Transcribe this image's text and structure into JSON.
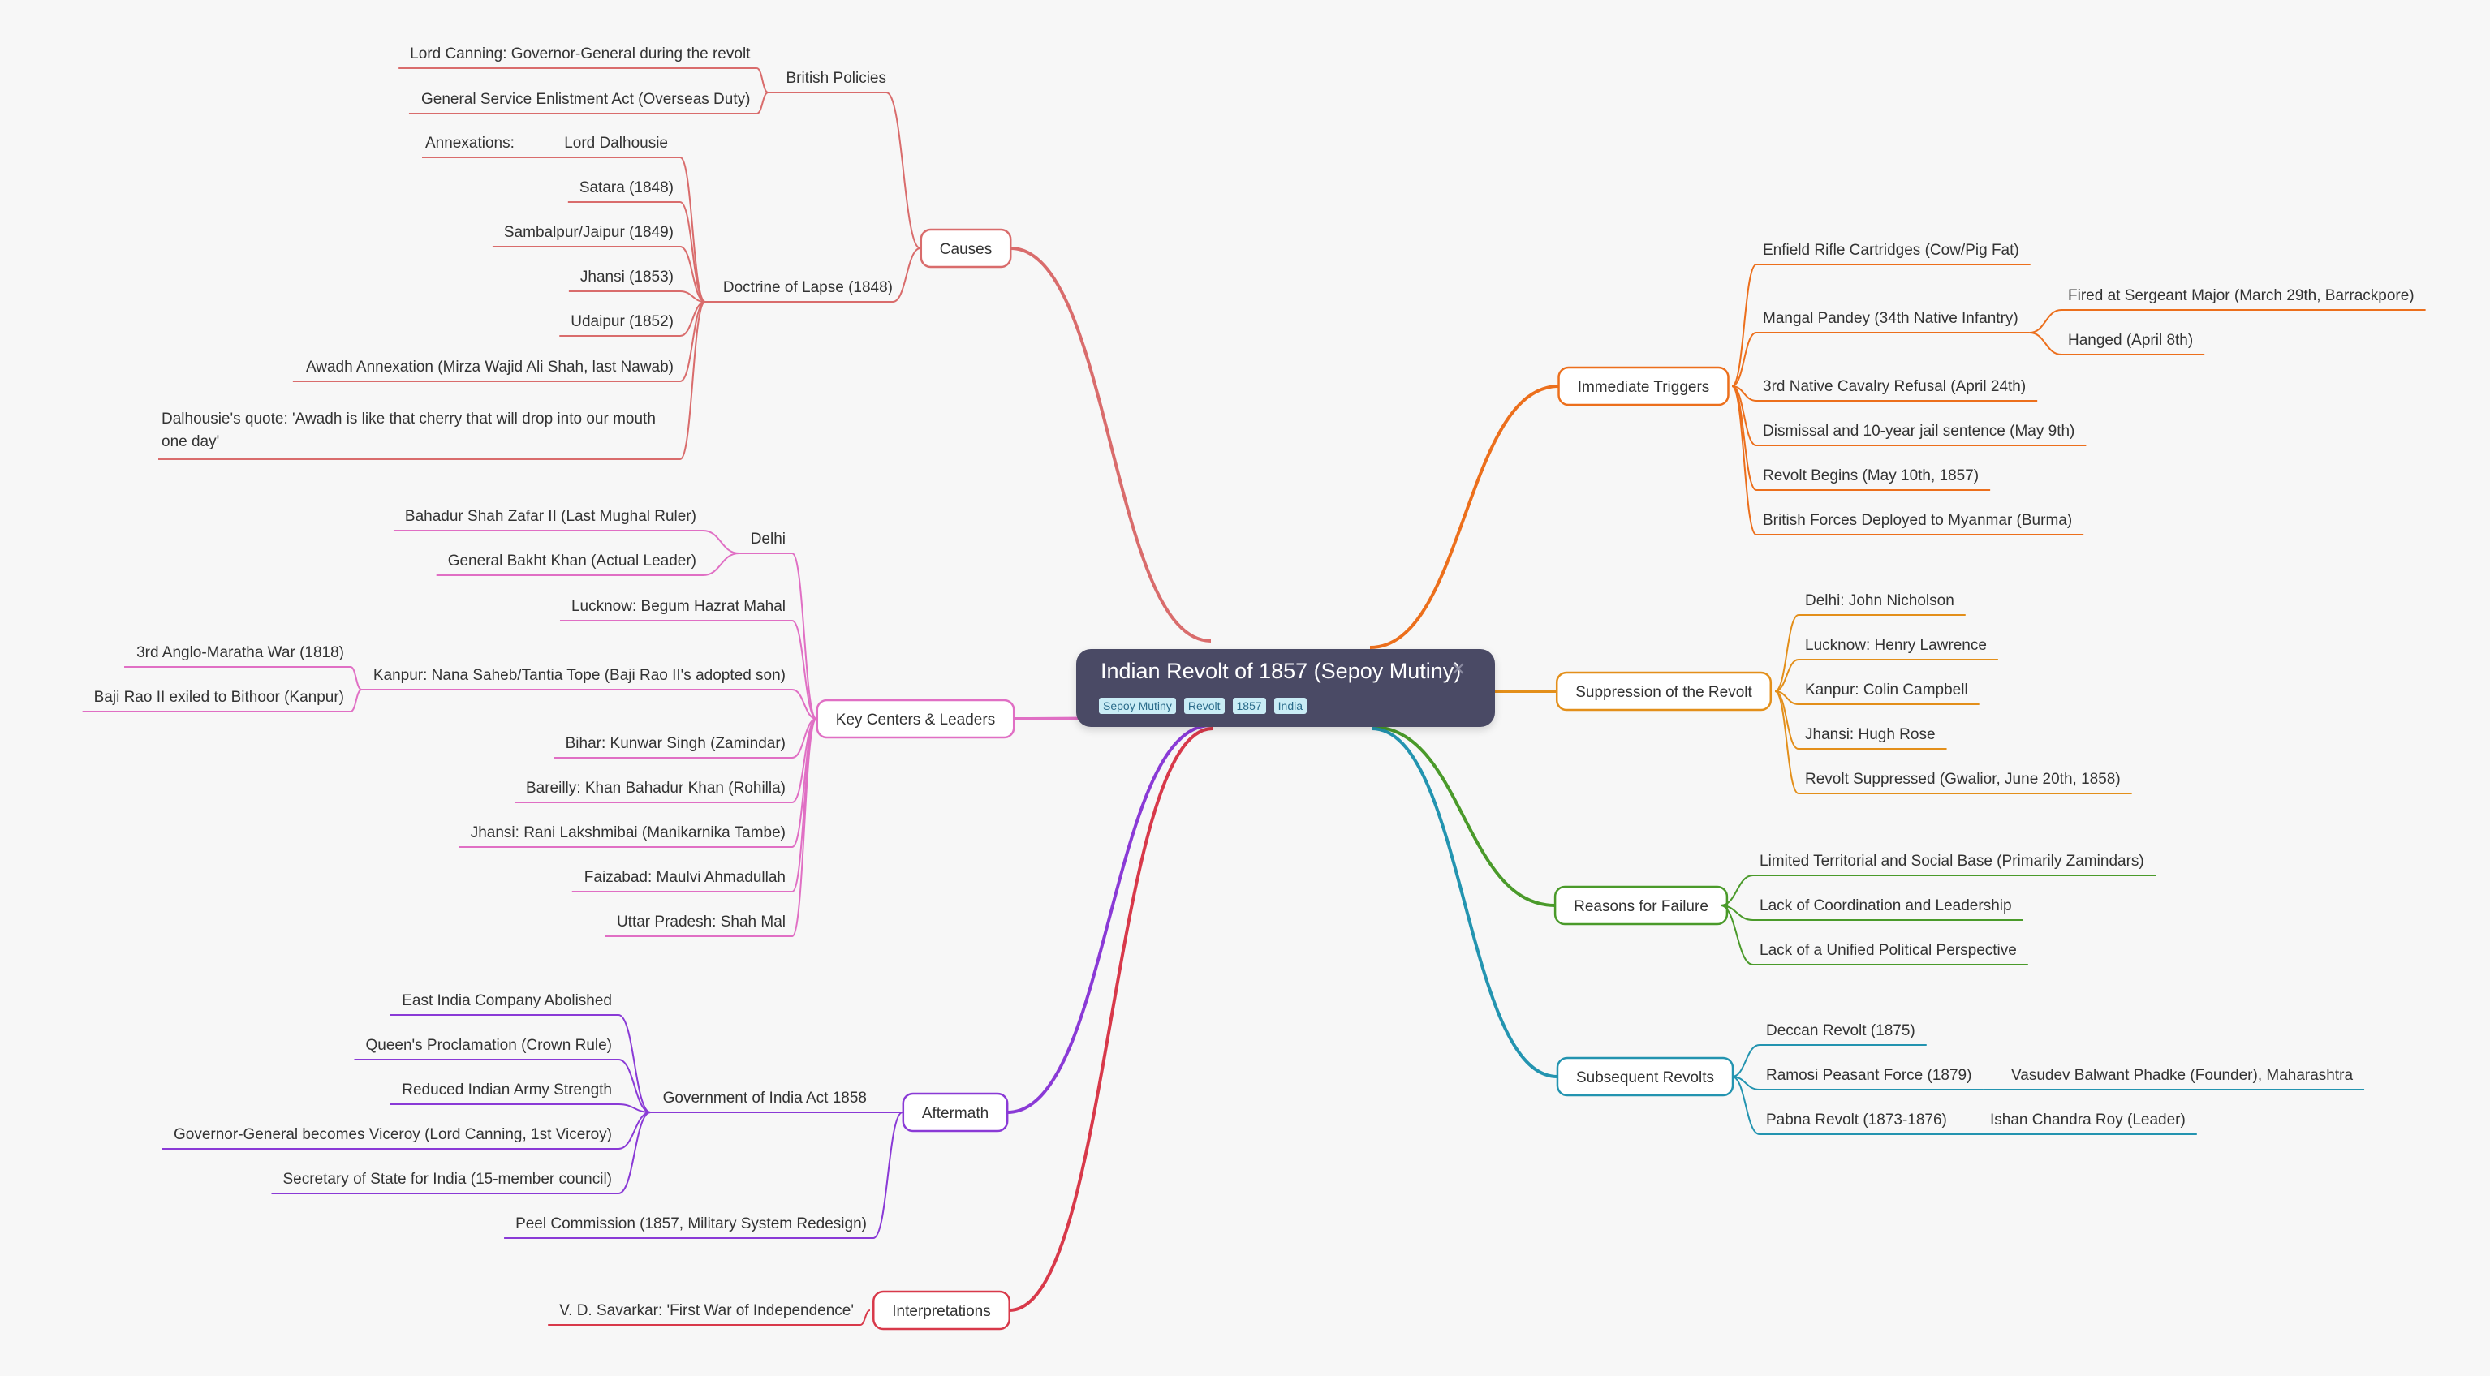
{
  "root": {
    "title": "Indian Revolt of 1857 (Sepoy Mutiny)",
    "tags": [
      "Sepoy Mutiny",
      "Revolt",
      "1857",
      "India"
    ],
    "close_icon": "close-icon"
  },
  "branches": [
    {
      "key": "causes",
      "label": "Causes",
      "color": "#d96c6c",
      "children": [
        {
          "key": "british-policies",
          "label": "British Policies",
          "children": [
            {
              "label": "Lord Canning: Governor-General during the revolt"
            },
            {
              "label": "General Service Enlistment Act (Overseas Duty)"
            }
          ]
        },
        {
          "key": "doctrine-of-lapse",
          "label": "Doctrine of Lapse (1848)",
          "children": [
            {
              "label": "Annexations:",
              "detail": "Lord Dalhousie"
            },
            {
              "label": "Satara (1848)"
            },
            {
              "label": "Sambalpur/Jaipur (1849)"
            },
            {
              "label": "Jhansi (1853)"
            },
            {
              "label": "Udaipur (1852)"
            },
            {
              "label": "Awadh Annexation (Mirza Wajid Ali Shah, last Nawab)"
            },
            {
              "label": "Dalhousie's quote: 'Awadh is like that cherry that will drop into our mouth",
              "label2": "one day'"
            }
          ]
        }
      ]
    },
    {
      "key": "key-centers",
      "label": "Key Centers & Leaders",
      "color": "#e06fc4",
      "children": [
        {
          "key": "delhi",
          "label": "Delhi",
          "children": [
            {
              "label": "Bahadur Shah Zafar II (Last Mughal Ruler)"
            },
            {
              "label": "General Bakht Khan (Actual Leader)"
            }
          ]
        },
        {
          "label": "Lucknow: Begum Hazrat Mahal"
        },
        {
          "key": "kanpur",
          "label": "Kanpur: Nana Saheb/Tantia Tope (Baji Rao II's adopted son)",
          "children": [
            {
              "label": "3rd Anglo-Maratha War (1818)"
            },
            {
              "label": "Baji Rao II exiled to Bithoor (Kanpur)"
            }
          ]
        },
        {
          "label": "Bihar: Kunwar Singh (Zamindar)"
        },
        {
          "label": "Bareilly: Khan Bahadur Khan (Rohilla)"
        },
        {
          "label": "Jhansi: Rani Lakshmibai (Manikarnika Tambe)"
        },
        {
          "label": "Faizabad: Maulvi Ahmadullah"
        },
        {
          "label": "Uttar Pradesh: Shah Mal"
        }
      ]
    },
    {
      "key": "aftermath",
      "label": "Aftermath",
      "color": "#8a3ad6",
      "children": [
        {
          "key": "goi-act",
          "label": "Government of India Act 1858",
          "children": [
            {
              "label": "East India Company Abolished"
            },
            {
              "label": "Queen's Proclamation (Crown Rule)"
            },
            {
              "label": "Reduced Indian Army Strength"
            },
            {
              "label": "Governor-General becomes Viceroy (Lord Canning, 1st Viceroy)"
            },
            {
              "label": "Secretary of State for India (15-member council)"
            }
          ]
        },
        {
          "label": "Peel Commission (1857, Military System Redesign)"
        }
      ]
    },
    {
      "key": "interpretations",
      "label": "Interpretations",
      "color": "#d8394a",
      "children": [
        {
          "label": "V. D. Savarkar: 'First War of Independence'"
        }
      ]
    },
    {
      "key": "immediate-triggers",
      "label": "Immediate Triggers",
      "color": "#ec6f1c",
      "children": [
        {
          "label": "Enfield Rifle Cartridges (Cow/Pig Fat)"
        },
        {
          "key": "mangal-pandey",
          "label": "Mangal Pandey (34th Native Infantry)",
          "children": [
            {
              "label": "Fired at Sergeant Major (March 29th, Barrackpore)"
            },
            {
              "label": "Hanged (April 8th)"
            }
          ]
        },
        {
          "label": "3rd Native Cavalry Refusal (April 24th)"
        },
        {
          "label": "Dismissal and 10-year jail sentence (May 9th)"
        },
        {
          "label": "Revolt Begins (May 10th, 1857)"
        },
        {
          "label": "British Forces Deployed to Myanmar (Burma)"
        }
      ]
    },
    {
      "key": "suppression",
      "label": "Suppression of the Revolt",
      "color": "#e38f1a",
      "children": [
        {
          "label": "Delhi: John Nicholson"
        },
        {
          "label": "Lucknow: Henry Lawrence"
        },
        {
          "label": "Kanpur: Colin Campbell"
        },
        {
          "label": "Jhansi: Hugh Rose"
        },
        {
          "label": "Revolt Suppressed (Gwalior, June 20th, 1858)"
        }
      ]
    },
    {
      "key": "reasons-failure",
      "label": "Reasons for Failure",
      "color": "#4a9a2a",
      "children": [
        {
          "label": "Limited Territorial and Social Base (Primarily Zamindars)"
        },
        {
          "label": "Lack of Coordination and Leadership"
        },
        {
          "label": "Lack of a Unified Political Perspective"
        }
      ]
    },
    {
      "key": "subsequent-revolts",
      "label": "Subsequent Revolts",
      "color": "#2394b0",
      "children": [
        {
          "label": "Deccan Revolt (1875)"
        },
        {
          "key": "ramosi",
          "label": "Ramosi Peasant Force (1879)",
          "children": [
            {
              "label": "Vasudev Balwant Phadke (Founder), Maharashtra"
            }
          ]
        },
        {
          "key": "pabna",
          "label": "Pabna Revolt (1873-1876)",
          "children": [
            {
              "label": "Ishan Chandra Roy (Leader)"
            }
          ]
        }
      ]
    }
  ]
}
